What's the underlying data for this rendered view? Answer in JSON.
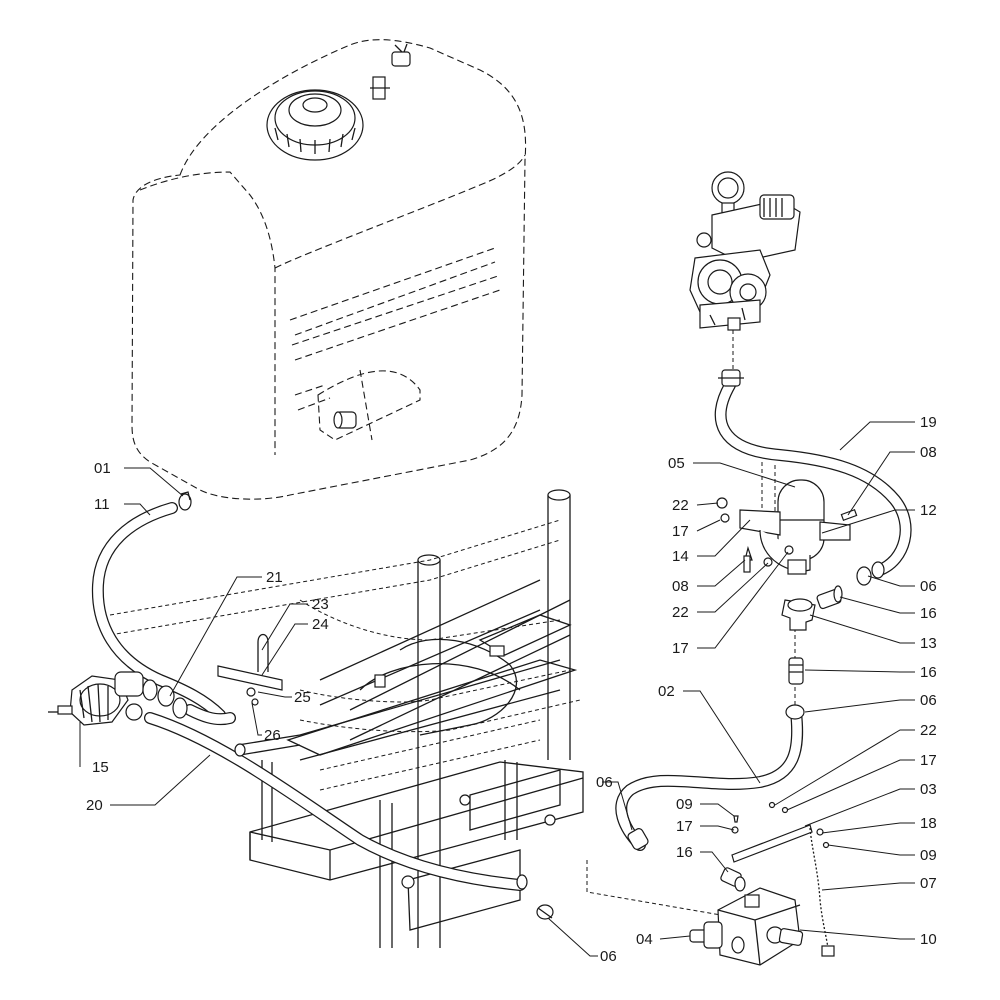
{
  "callouts": [
    "01",
    "11",
    "21",
    "23",
    "24",
    "25",
    "26",
    "15",
    "20",
    "06",
    "05",
    "22",
    "17",
    "14",
    "08",
    "22",
    "17",
    "19",
    "08",
    "12",
    "06",
    "16",
    "13",
    "16",
    "02",
    "06",
    "22",
    "17",
    "03",
    "06",
    "09",
    "17",
    "16",
    "18",
    "09",
    "07",
    "04",
    "10",
    "06"
  ],
  "colors": {
    "line": "#1a1a1a",
    "background": "#ffffff",
    "fill": "#cfcfcf"
  }
}
